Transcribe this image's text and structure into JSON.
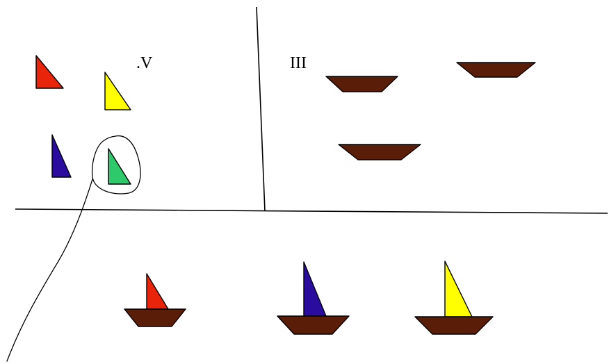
{
  "labels": {
    "region_sails": ".V",
    "region_hulls": "III"
  },
  "colors": {
    "red": "#e8250a",
    "yellow": "#ffff00",
    "blue": "#2a0d9e",
    "green": "#2ec96a",
    "brown": "#5a1d08",
    "ink": "#000000",
    "background": "#ffffff"
  },
  "loose_sails": [
    {
      "name": "red-sail",
      "color": "red"
    },
    {
      "name": "yellow-sail",
      "color": "yellow"
    },
    {
      "name": "blue-sail",
      "color": "blue"
    },
    {
      "name": "green-sail",
      "color": "green",
      "circled": true
    }
  ],
  "loose_hulls": [
    {
      "name": "hull-1",
      "color": "brown"
    },
    {
      "name": "hull-2",
      "color": "brown"
    },
    {
      "name": "hull-3",
      "color": "brown"
    }
  ],
  "boats": [
    {
      "name": "boat-red",
      "sail_color": "red",
      "hull_color": "brown"
    },
    {
      "name": "boat-blue",
      "sail_color": "blue",
      "hull_color": "brown"
    },
    {
      "name": "boat-yellow",
      "sail_color": "yellow",
      "hull_color": "brown"
    }
  ]
}
